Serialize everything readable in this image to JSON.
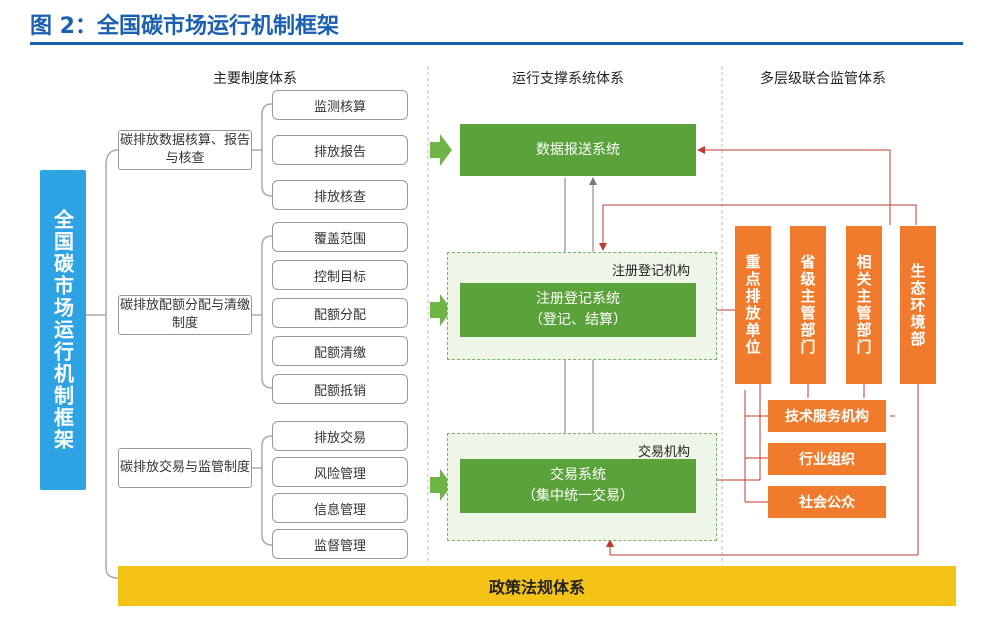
{
  "title": "图 2：全国碳市场运行机制框架",
  "headers": {
    "institutions": "主要制度体系",
    "support": "运行支撑系统体系",
    "oversight": "多层级联合监管体系"
  },
  "side_label": "全国碳市场运行机制框架",
  "categories": [
    {
      "label": "碳排放数据核算、报告与核查",
      "items": [
        "监测核算",
        "排放报告",
        "排放核查"
      ]
    },
    {
      "label": "碳排放配额分配与清缴制度",
      "items": [
        "覆盖范围",
        "控制目标",
        "配额分配",
        "配额清缴",
        "配额抵销"
      ]
    },
    {
      "label": "碳排放交易与监管制度",
      "items": [
        "排放交易",
        "风险管理",
        "信息管理",
        "监督管理"
      ]
    }
  ],
  "systems": {
    "data_report": "数据报送系统",
    "registry_line1": "注册登记系统",
    "registry_line2": "（登记、结算）",
    "trading_line1": "交易系统",
    "trading_line2": "（集中统一交易）"
  },
  "institution_labels": {
    "registry": "注册登记机构",
    "trading": "交易机构"
  },
  "regulators": [
    "重点排放单位",
    "省级主管部门",
    "相关主管部门",
    "生态环境部"
  ],
  "third_parties": [
    "技术服务机构",
    "行业组织",
    "社会公众"
  ],
  "policy": "政策法规体系",
  "colors": {
    "title": "#1b5fb0",
    "side_bar": "#2ea3e3",
    "system_green": "#5aa33b",
    "regulator_orange": "#f07b2c",
    "policy_yellow": "#f5c316"
  }
}
